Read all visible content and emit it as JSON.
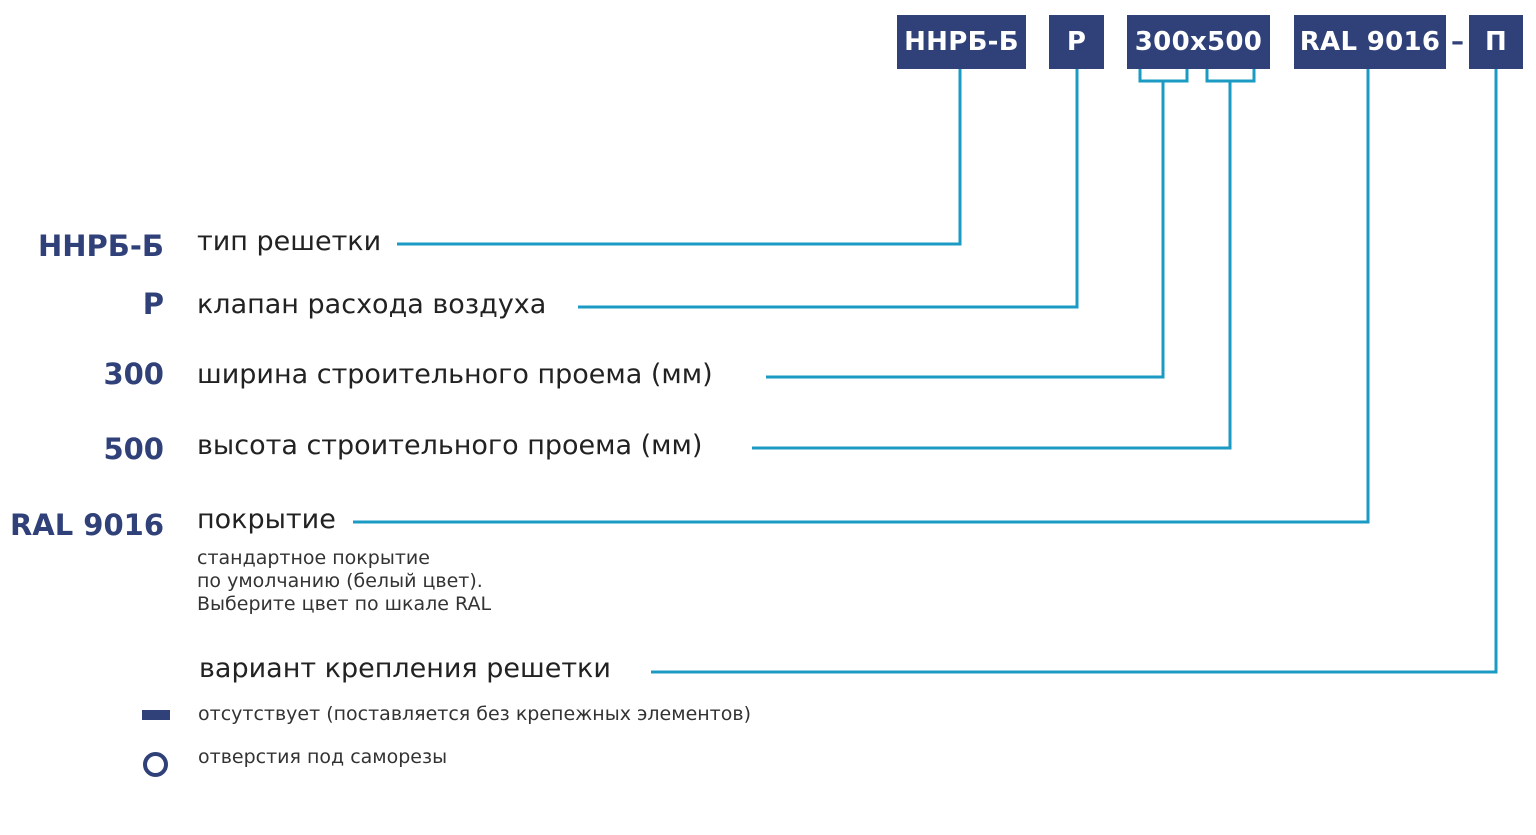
{
  "code_boxes": {
    "type": "ННРБ-Б",
    "valve": "Р",
    "size": "300x500",
    "color": "RAL 9016",
    "separator": "–",
    "mount": "П"
  },
  "legend": {
    "type": {
      "code": "ННРБ-Б",
      "label": "тип решетки"
    },
    "valve": {
      "code": "Р",
      "label": "клапан расхода воздуха"
    },
    "width": {
      "code": "300",
      "label": "ширина строительного проема (мм)"
    },
    "height": {
      "code": "500",
      "label": "высота строительного проема (мм)"
    },
    "color": {
      "code": "RAL 9016",
      "label": "покрытие",
      "note": [
        "стандартное покрытие",
        "по умолчанию (белый цвет).",
        "Выберите цвет по шкале RAL"
      ]
    },
    "mount": {
      "label": "вариант крепления решетки",
      "options": [
        {
          "icon": "dash-icon",
          "text": "отсутствует (поставляется без крепежных элементов)"
        },
        {
          "icon": "circle-icon",
          "text": "отверстия под саморезы"
        }
      ]
    }
  },
  "colors": {
    "box": "#2f4178",
    "line": "#1b9bc4",
    "code_text": "#2f4178"
  }
}
